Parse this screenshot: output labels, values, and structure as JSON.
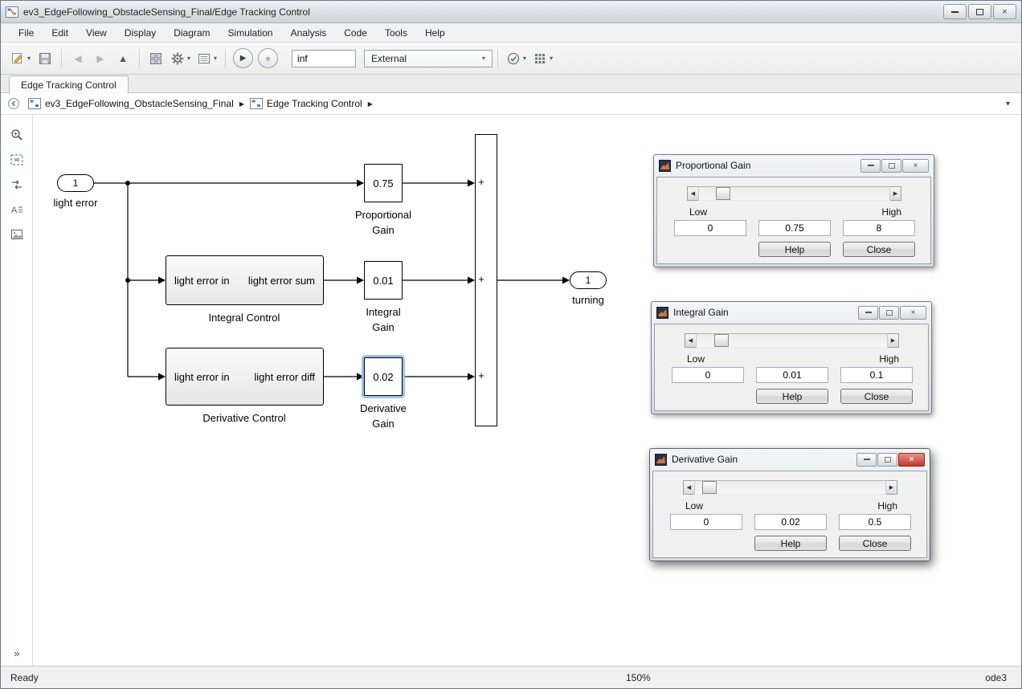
{
  "window": {
    "title": "ev3_EdgeFollowing_ObstacleSensing_Final/Edge Tracking Control"
  },
  "menu": {
    "items": [
      "File",
      "Edit",
      "View",
      "Display",
      "Diagram",
      "Simulation",
      "Analysis",
      "Code",
      "Tools",
      "Help"
    ]
  },
  "toolbar": {
    "sim_stop_time": "inf",
    "simulation_mode": "External"
  },
  "tab": {
    "label": "Edge Tracking Control"
  },
  "breadcrumb": {
    "root": "ev3_EdgeFollowing_ObstacleSensing_Final",
    "current": "Edge Tracking Control"
  },
  "icons": {
    "close": "×",
    "caret_down": "▾",
    "breadcrumb_sep": "▶",
    "back": "◀",
    "forward": "▶",
    "up": "▲",
    "play": "▶",
    "stop": "■",
    "chevrons": "»"
  },
  "diagram": {
    "inport": {
      "number": "1",
      "label": "light error"
    },
    "outport": {
      "number": "1",
      "label": "turning"
    },
    "gains": [
      {
        "value": "0.75",
        "label": "Proportional\nGain"
      },
      {
        "value": "0.01",
        "label": "Integral\nGain"
      },
      {
        "value": "0.02",
        "label": "Derivative\nGain"
      }
    ],
    "subsystems": [
      {
        "in": "light error in",
        "out": "light error sum",
        "label": "Integral Control"
      },
      {
        "in": "light error in",
        "out": "light error diff",
        "label": "Derivative Control"
      }
    ],
    "sum_signs": [
      "+",
      "+",
      "+"
    ]
  },
  "dialogs": [
    {
      "title": "Proportional Gain",
      "low_label": "Low",
      "high_label": "High",
      "low": "0",
      "value": "0.75",
      "high": "8",
      "help_label": "Help",
      "close_label": "Close"
    },
    {
      "title": "Integral Gain",
      "low_label": "Low",
      "high_label": "High",
      "low": "0",
      "value": "0.01",
      "high": "0.1",
      "help_label": "Help",
      "close_label": "Close"
    },
    {
      "title": "Derivative Gain",
      "low_label": "Low",
      "high_label": "High",
      "low": "0",
      "value": "0.02",
      "high": "0.5",
      "help_label": "Help",
      "close_label": "Close"
    }
  ],
  "statusbar": {
    "status": "Ready",
    "zoom": "150%",
    "solver": "ode3"
  }
}
